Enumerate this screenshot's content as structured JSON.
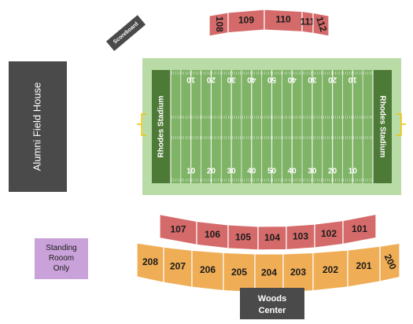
{
  "colors": {
    "upper_sections": "#d56a6a",
    "lower_sections": "#efad55",
    "standing_room": "#c9a2d9",
    "buildings": "#4a4a4a",
    "field_light": "#b9dba5",
    "field_turf": "#7fb366",
    "endzone": "#4e7a38",
    "goalpost": "#f2c200"
  },
  "labels": {
    "field_house": "Alumni Field House",
    "scoreboard": "Scoreboard",
    "standing_room_line1": "Standing",
    "standing_room_line2": "Rooom",
    "standing_room_line3": "Only",
    "woods_center_line1": "Woods",
    "woods_center_line2": "Center",
    "endzone_left": "Rhodes Stadium",
    "endzone_right": "Rhodes Stadium"
  },
  "field": {
    "top_yard_labels": [
      "10",
      "20",
      "30",
      "40",
      "50",
      "40",
      "30",
      "20",
      "10"
    ],
    "bottom_yard_labels": [
      "10",
      "20",
      "30",
      "40",
      "50",
      "40",
      "30",
      "20",
      "10"
    ]
  },
  "sections": {
    "north": [
      "108",
      "109",
      "110",
      "111",
      "112"
    ],
    "south_upper": [
      "107",
      "106",
      "105",
      "104",
      "103",
      "102",
      "101"
    ],
    "south_lower": [
      "208",
      "207",
      "206",
      "205",
      "204",
      "203",
      "202",
      "201",
      "200"
    ]
  }
}
